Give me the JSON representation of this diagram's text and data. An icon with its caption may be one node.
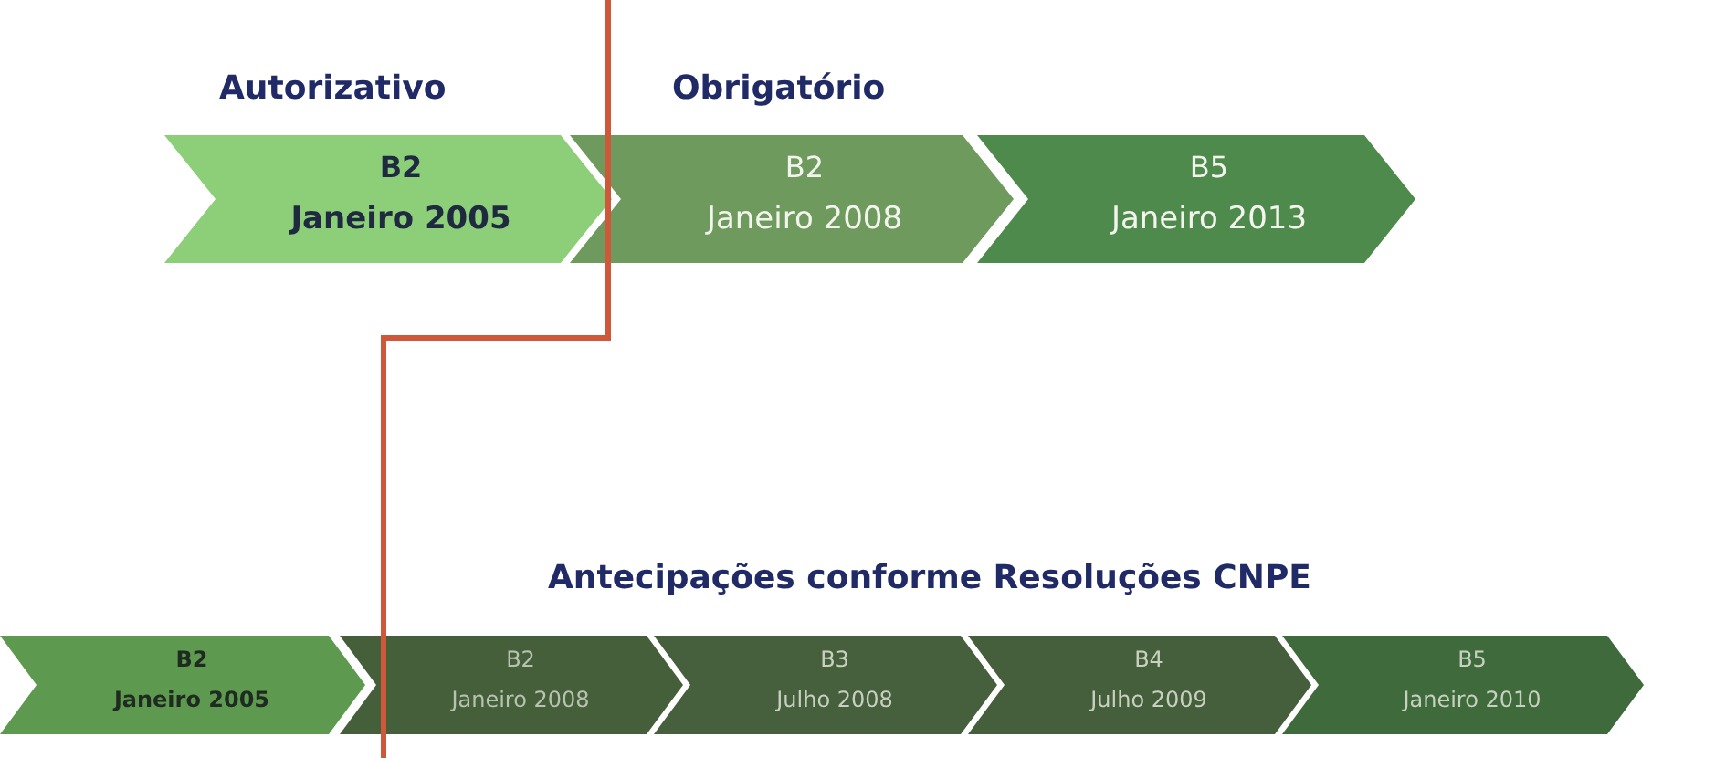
{
  "diagram": {
    "nodes": [
      {
        "text": [
          "B2",
          "Janeiro 2005"
        ]
      },
      {
        "text": [
          "B2",
          "Janeiro 2008"
        ]
      },
      {
        "text": [
          "B5",
          "Janeiro 2013"
        ]
      },
      {
        "text": [
          "B2",
          "Janeiro 2005"
        ]
      },
      {
        "text": [
          "B2",
          "Janeiro 2008"
        ]
      },
      {
        "text": [
          "B3",
          "Julho 2008"
        ]
      },
      {
        "text": [
          "B4",
          "Julho 2009"
        ]
      },
      {
        "text": [
          "B5",
          "Janeiro 2010"
        ]
      }
    ],
    "edges": [],
    "labels": [
      "Autorizativo",
      "Obrigatório",
      "Antecipações conforme Resoluções CNPE"
    ]
  }
}
